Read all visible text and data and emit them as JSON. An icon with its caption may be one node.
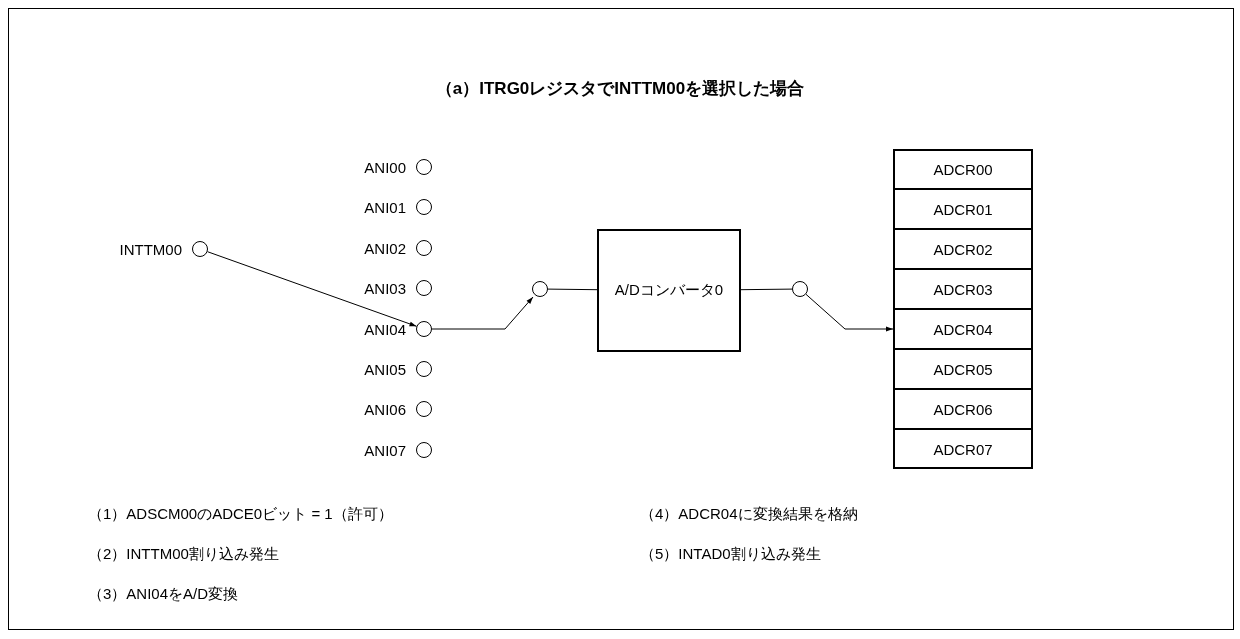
{
  "diagram": {
    "title": "（a）ITRG0レジスタでINTTM00を選択した場合",
    "nodes": [
      {
        "text": [
          "INTTM00"
        ]
      },
      {
        "text": [
          "ANI00"
        ]
      },
      {
        "text": [
          "ANI01"
        ]
      },
      {
        "text": [
          "ANI02"
        ]
      },
      {
        "text": [
          "ANI03"
        ]
      },
      {
        "text": [
          "ANI04"
        ]
      },
      {
        "text": [
          "ANI05"
        ]
      },
      {
        "text": [
          "ANI06"
        ]
      },
      {
        "text": [
          "ANI07"
        ]
      },
      {
        "text": [],
        "shape": "circle"
      },
      {
        "text": [
          "A/Dコンバータ0"
        ]
      },
      {
        "text": [],
        "shape": "circle"
      },
      {
        "text": [
          "ADCR00"
        ]
      },
      {
        "text": [
          "ADCR01"
        ]
      },
      {
        "text": [
          "ADCR02"
        ]
      },
      {
        "text": [
          "ADCR03"
        ]
      },
      {
        "text": [
          "ADCR04"
        ]
      },
      {
        "text": [
          "ADCR05"
        ]
      },
      {
        "text": [
          "ADCR06"
        ]
      },
      {
        "text": [
          "ADCR07"
        ]
      }
    ],
    "edges": [
      {
        "from": 0,
        "to": 5,
        "arrow": "to"
      },
      {
        "from": 5,
        "to": 9,
        "arrow": "to"
      },
      {
        "from": 9,
        "to": 10,
        "arrow": "none"
      },
      {
        "from": 10,
        "to": 11,
        "arrow": "none"
      },
      {
        "from": 11,
        "to": 16,
        "arrow": "to"
      }
    ],
    "labels": [
      "（1）ADSCM00のADCE0ビット = 1（許可）",
      "（4）ADCR04に変換結果を格納",
      "（2）INTTM00割り込み発生",
      "（5）INTAD0割り込み発生",
      "（3）ANI04をA/D変換"
    ]
  }
}
